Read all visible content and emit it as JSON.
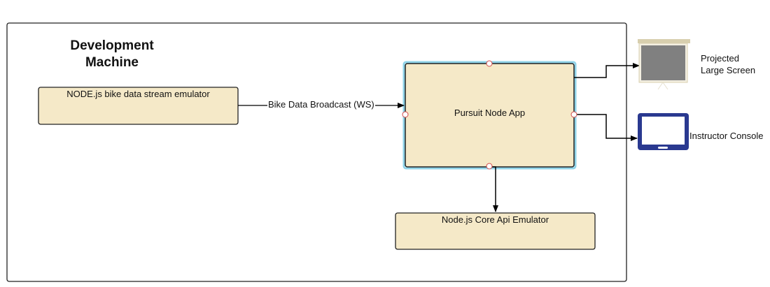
{
  "container": {
    "title_line1": "Development",
    "title_line2": "Machine"
  },
  "nodes": {
    "emulator": "NODE.js bike data stream emulator",
    "pursuit_app": "Pursuit Node App",
    "core_api": "Node.js Core Api Emulator"
  },
  "edges": {
    "broadcast": "Bike Data Broadcast (WS)"
  },
  "devices": {
    "projector_line1": "Projected",
    "projector_line2": "Large Screen",
    "tablet": "Instructor Console"
  },
  "colors": {
    "node_fill": "#f5e9c8",
    "node_border": "#222222",
    "selection_glow": "#8fd3e8",
    "projector_screen": "#808080",
    "projector_frame": "#d8cfae",
    "tablet": "#2a3990",
    "handle_stroke": "#d24a4a"
  }
}
